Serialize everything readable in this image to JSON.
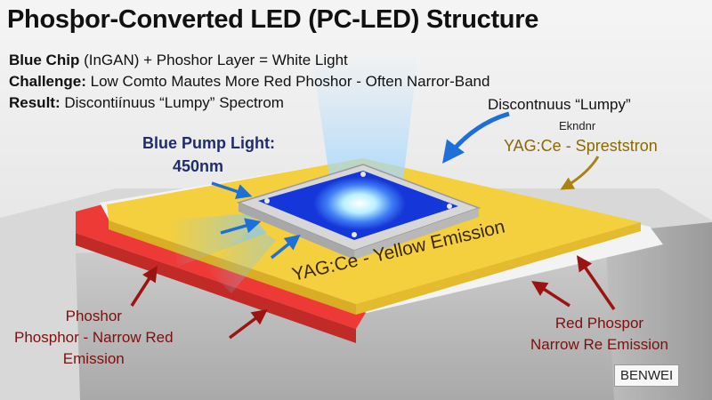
{
  "title": "Phosþor-Converted LED (PC-LED) Structure",
  "lines": [
    {
      "label": "Blue Chip",
      "text": " (InGAN) + Phoshor Layer = White Light"
    },
    {
      "label": "Challenge:",
      "text": " Low Comto Mautes More Red Phoshor - Often Narror-Band"
    },
    {
      "label": "Result:",
      "text": " Discontiínuus “Lumpy” Spectrom"
    }
  ],
  "labels": {
    "pump_line1": "Blue Pump Light:",
    "pump_line2": "450nm",
    "discontinuous": "Discontnuus “Lumpy”",
    "discontinuous_sub": "Ekndnr",
    "yag_right": "YAG:Ce - Spreststron",
    "yag_center": "YAG:Ce - Yellow Emission",
    "left_red_1": "Phoshor",
    "left_red_2": "Phosphor - Narrow Red",
    "left_red_3": "Emission",
    "right_red_1": "Red Phospor",
    "right_red_2": "Narrow Re Emission",
    "watermark": "BENWEI"
  },
  "colors": {
    "phosphor_yellow": "#f4cf3e",
    "chip_blue": "#1536d8",
    "red_layer": "#ee3a36",
    "arrow_blue": "#1e70d8",
    "arrow_red": "#9a1414"
  }
}
